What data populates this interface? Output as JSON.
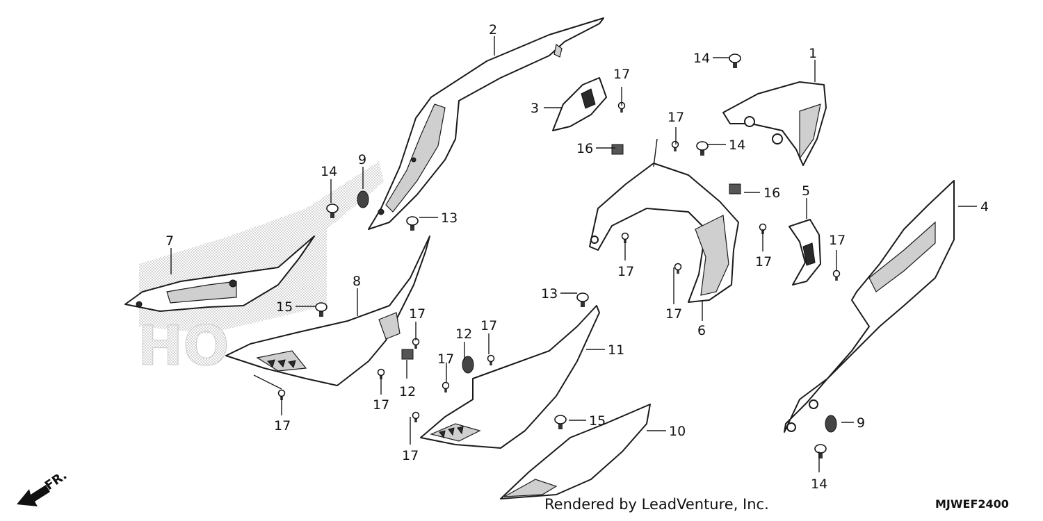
{
  "callouts": [
    {
      "id": "c1",
      "label": "1"
    },
    {
      "id": "c2",
      "label": "2"
    },
    {
      "id": "c3",
      "label": "3"
    },
    {
      "id": "c4",
      "label": "4"
    },
    {
      "id": "c5",
      "label": "5"
    },
    {
      "id": "c6",
      "label": "6"
    },
    {
      "id": "c7",
      "label": "7"
    },
    {
      "id": "c8",
      "label": "8"
    },
    {
      "id": "c9a",
      "label": "9"
    },
    {
      "id": "c9b",
      "label": "9"
    },
    {
      "id": "c10",
      "label": "10"
    },
    {
      "id": "c11",
      "label": "11"
    },
    {
      "id": "c12a",
      "label": "12"
    },
    {
      "id": "c12b",
      "label": "12"
    },
    {
      "id": "c13a",
      "label": "13"
    },
    {
      "id": "c13b",
      "label": "13"
    },
    {
      "id": "c14a",
      "label": "14"
    },
    {
      "id": "c14b",
      "label": "14"
    },
    {
      "id": "c14c",
      "label": "14"
    },
    {
      "id": "c14d",
      "label": "14"
    },
    {
      "id": "c15a",
      "label": "15"
    },
    {
      "id": "c15b",
      "label": "15"
    },
    {
      "id": "c16a",
      "label": "16"
    },
    {
      "id": "c16b",
      "label": "16"
    },
    {
      "id": "c17a",
      "label": "17"
    },
    {
      "id": "c17b",
      "label": "17"
    },
    {
      "id": "c17c",
      "label": "17"
    },
    {
      "id": "c17d",
      "label": "17"
    },
    {
      "id": "c17e",
      "label": "17"
    },
    {
      "id": "c17f",
      "label": "17"
    },
    {
      "id": "c17g",
      "label": "17"
    },
    {
      "id": "c17h",
      "label": "17"
    },
    {
      "id": "c17i",
      "label": "17"
    },
    {
      "id": "c17j",
      "label": "17"
    },
    {
      "id": "c17k",
      "label": "17"
    },
    {
      "id": "c17l",
      "label": "17"
    }
  ],
  "direction_label": "FR.",
  "credit": "Rendered by LeadVenture, Inc.",
  "diagram_code": "MJWEF2400",
  "ghost_text": "HO"
}
